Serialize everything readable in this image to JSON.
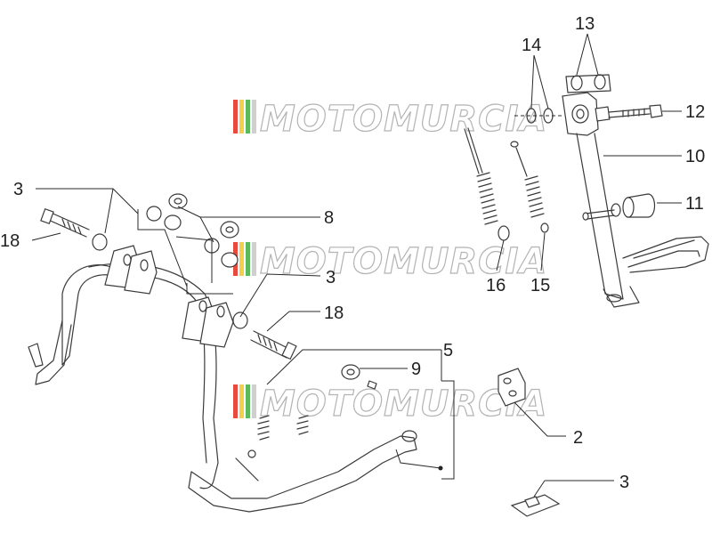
{
  "watermark": {
    "text": "MOTOMURCIA",
    "stripe_colors": [
      "#e84a3c",
      "#f2d04b",
      "#5bb85b",
      "#cfcfcf"
    ]
  },
  "callouts": [
    {
      "id": "c13",
      "label": "13"
    },
    {
      "id": "c14",
      "label": "14"
    },
    {
      "id": "c12",
      "label": "12"
    },
    {
      "id": "c10",
      "label": "10"
    },
    {
      "id": "c11",
      "label": "11"
    },
    {
      "id": "c16",
      "label": "16"
    },
    {
      "id": "c15",
      "label": "15"
    },
    {
      "id": "c3a",
      "label": "3"
    },
    {
      "id": "c18a",
      "label": "18"
    },
    {
      "id": "c8",
      "label": "8"
    },
    {
      "id": "c3b",
      "label": "3"
    },
    {
      "id": "c18b",
      "label": "18"
    },
    {
      "id": "c5",
      "label": "5"
    },
    {
      "id": "c9",
      "label": "9"
    },
    {
      "id": "c2",
      "label": "2"
    },
    {
      "id": "c3c",
      "label": "3"
    }
  ]
}
